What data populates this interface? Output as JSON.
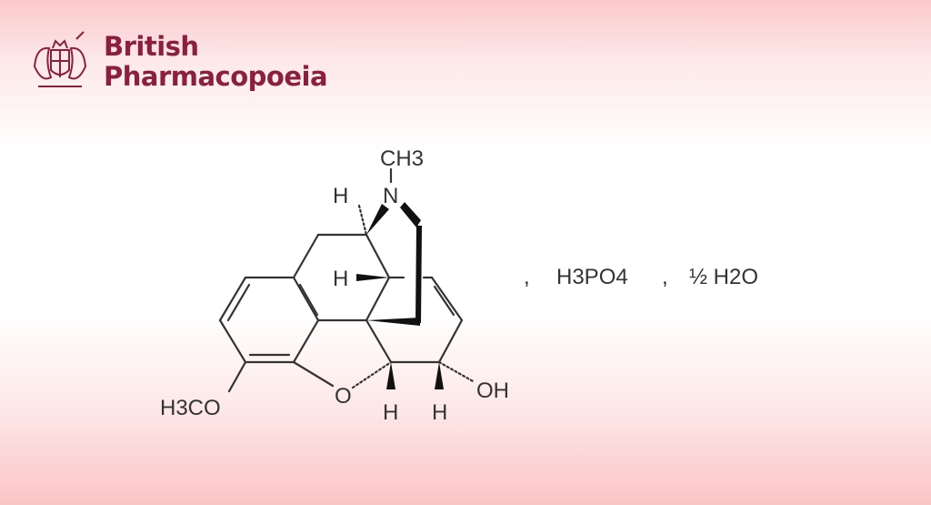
{
  "logo": {
    "line1": "British",
    "line2": "Pharmacopoeia",
    "brand_color": "#8a1f40",
    "emblem": "royal-coat-of-arms"
  },
  "structure": {
    "labels": {
      "methyl_n": "CH3",
      "nitrogen": "N",
      "h_top": "H",
      "h_mid": "H",
      "methoxy": "H3CO",
      "oxygen": "O",
      "h_bottom_left": "H",
      "h_bottom_right": "H",
      "hydroxyl": "OH"
    },
    "salt": {
      "sep1": ",",
      "acid": "H3PO4",
      "sep2": ",",
      "water": "½ H2O"
    }
  }
}
